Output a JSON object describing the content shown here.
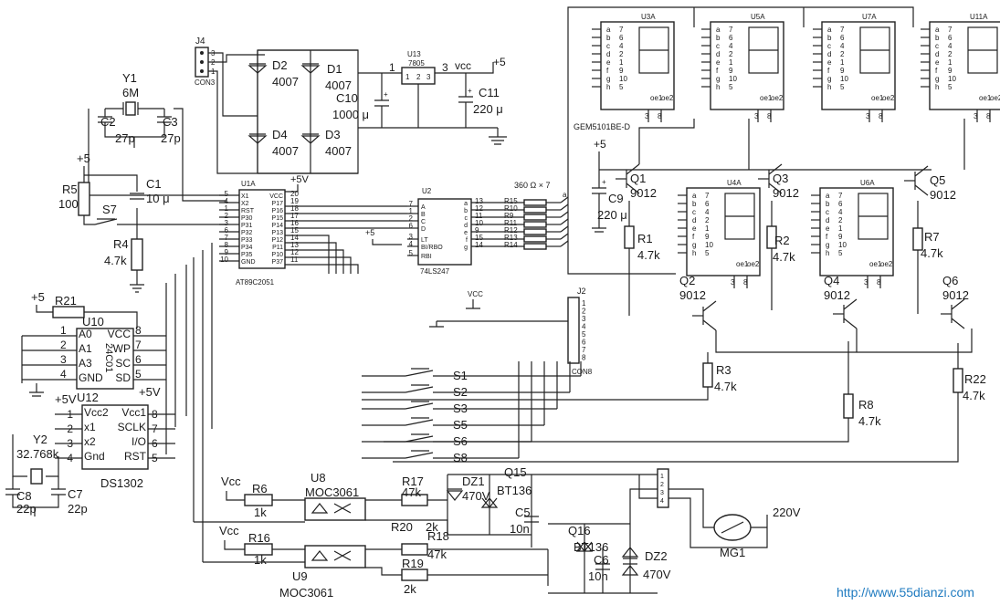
{
  "labels": {
    "j4": "J4",
    "con3": "CON3",
    "y1": "Y1",
    "y1_val": "6M",
    "c2": "C2",
    "c2_val": "27p",
    "c3": "C3",
    "c3_val": "27p",
    "d1": "D1",
    "d1_val": "4007",
    "d2": "D2",
    "d2_val": "4007",
    "d3": "D3",
    "d3_val": "4007",
    "d4": "D4",
    "d4_val": "4007",
    "u13": "U13",
    "u13_part": "7805",
    "vcc_top": "vcc",
    "plus5_top": "+5",
    "c10": "C10",
    "c10_val": "1000 μ",
    "c11": "C11",
    "c11_val": "220 μ",
    "plus5_left": "+5",
    "r5": "R5",
    "r5_val": "100",
    "s7": "S7",
    "c1": "C1",
    "c1_val": "10 μ",
    "r4": "R4",
    "r4_val": "4.7k",
    "u1a": "U1A",
    "plus5v_u1": "+5V",
    "u1_part": "AT89C2051",
    "u2": "U2",
    "u2_part": "74LS247",
    "r_array": "360 Ω × 7",
    "plus5_u2": "+5",
    "u3a": "U3A",
    "u5a": "U5A",
    "u7a": "U7A",
    "u11a": "U11A",
    "u4a": "U4A",
    "u6a": "U6A",
    "display_part": "GEM5101BE-D",
    "q1": "Q1",
    "q1_val": "9012",
    "q2": "Q2",
    "q2_val": "9012",
    "q3": "Q3",
    "q3_val": "9012",
    "q4": "Q4",
    "q4_val": "9012",
    "q5": "Q5",
    "q5_val": "9012",
    "q6": "Q6",
    "q6_val": "9012",
    "c9": "C9",
    "c9_val": "220 μ",
    "plus5_c9": "+5",
    "r1": "R1",
    "r1_val": "4.7k",
    "r2": "R2",
    "r2_val": "4.7k",
    "r3": "R3",
    "r3_val": "4.7k",
    "r7": "R7",
    "r7_val": "4.7k",
    "r8": "R8",
    "r8_val": "4.7k",
    "r22": "R22",
    "r22_val": "4.7k",
    "vcc_j2": "VCC",
    "j2": "J2",
    "con8": "CON8",
    "s1": "S1",
    "s2": "S2",
    "s3": "S3",
    "s5": "S5",
    "s6": "S6",
    "s8": "S8",
    "plus5_u10": "+5",
    "r21": "R21",
    "u10": "U10",
    "u10_part": "24C01",
    "plus5v_u12": "+5V",
    "plus5v_u12b": "+5V",
    "u12": "U12",
    "u12_part": "DS1302",
    "y2": "Y2",
    "y2_val": "32.768k",
    "c8": "C8",
    "c8_val": "22p",
    "c7": "C7",
    "c7_val": "22p",
    "vcc_r6": "Vcc",
    "r6": "R6",
    "r6_val": "1k",
    "u8": "U8",
    "u8_part": "MOC3061",
    "vcc_r16": "Vcc",
    "r16": "R16",
    "r16_val": "1k",
    "u9": "U9",
    "u9_part": "MOC3061",
    "r17": "R17",
    "r17_val": "47k",
    "dz1": "DZ1",
    "dz1_val": "470V",
    "q15": "Q15",
    "q15_part": "BT136",
    "r20": "R20",
    "r20_val": "2k",
    "c5": "C5",
    "c5_val": "10n",
    "r18": "R18",
    "r18_val": "47k",
    "q16": "Q16",
    "q16_part": "BT136",
    "c6": "C6",
    "c6_val": "10n",
    "dz2": "DZ2",
    "dz2_val": "470V",
    "r19": "R19",
    "r19_val": "2k",
    "mg1": "MG1",
    "mains": "220V",
    "watermark": "http://www.55dianzi.com"
  },
  "u1_pins_left": [
    "X1",
    "X2",
    "RST",
    "P30",
    "P31",
    "P32",
    "P33",
    "P34",
    "P35",
    "GND"
  ],
  "u1_pins_right": [
    "VCC",
    "P17",
    "P16",
    "P15",
    "P14",
    "P13",
    "P12",
    "P11",
    "P10",
    "P37"
  ],
  "u1_numbers_left": [
    "5",
    "4",
    "1",
    "2",
    "3",
    "6",
    "7",
    "8",
    "9",
    "10"
  ],
  "u1_numbers_right": [
    "20",
    "19",
    "18",
    "17",
    "16",
    "15",
    "14",
    "13",
    "12",
    "11"
  ],
  "u2_pins_left": [
    "A",
    "B",
    "C",
    "D",
    "LT",
    "BI/RBO",
    "RBI"
  ],
  "u2_numbers_left": [
    "7",
    "1",
    "2",
    "6",
    "3",
    "4",
    "5"
  ],
  "u2_pins_right": [
    "a",
    "b",
    "c",
    "d",
    "e",
    "f",
    "g"
  ],
  "u2_numbers_right": [
    "13",
    "12",
    "11",
    "10",
    "9",
    "15",
    "14"
  ],
  "r_array_names": [
    "R15",
    "R10",
    "R9",
    "R11",
    "R12",
    "R13",
    "R14"
  ],
  "display_segments": [
    "a",
    "b",
    "c",
    "d",
    "e",
    "f",
    "g",
    "h"
  ],
  "display_pin_numbers": [
    "7",
    "6",
    "4",
    "2",
    "1",
    "9",
    "10",
    "5"
  ],
  "display_common": [
    "oe1",
    "oe2"
  ],
  "display_common_pins": [
    "3",
    "8"
  ],
  "u10_pins": [
    "A0",
    "A1",
    "A3",
    "GND",
    "VCC",
    "WP",
    "SC",
    "SD"
  ],
  "u10_numbers": [
    "1",
    "2",
    "3",
    "4",
    "8",
    "7",
    "6",
    "5"
  ],
  "u12_pins": [
    "Vcc2",
    "x1",
    "x2",
    "Gnd",
    "Vcc1",
    "SCLK",
    "I/O",
    "RST"
  ],
  "u12_numbers": [
    "1",
    "2",
    "3",
    "4",
    "8",
    "7",
    "6",
    "5"
  ],
  "u13_pins": [
    "1",
    "2",
    "3"
  ],
  "j4_pins": [
    "1",
    "2",
    "3"
  ],
  "j2_pins": [
    "1",
    "2",
    "3",
    "4",
    "5",
    "6",
    "7",
    "8"
  ],
  "con_relay_pins": [
    "1",
    "2",
    "3",
    "4"
  ],
  "pin_labels": {
    "u13_in": "1",
    "u13_out": "3"
  }
}
